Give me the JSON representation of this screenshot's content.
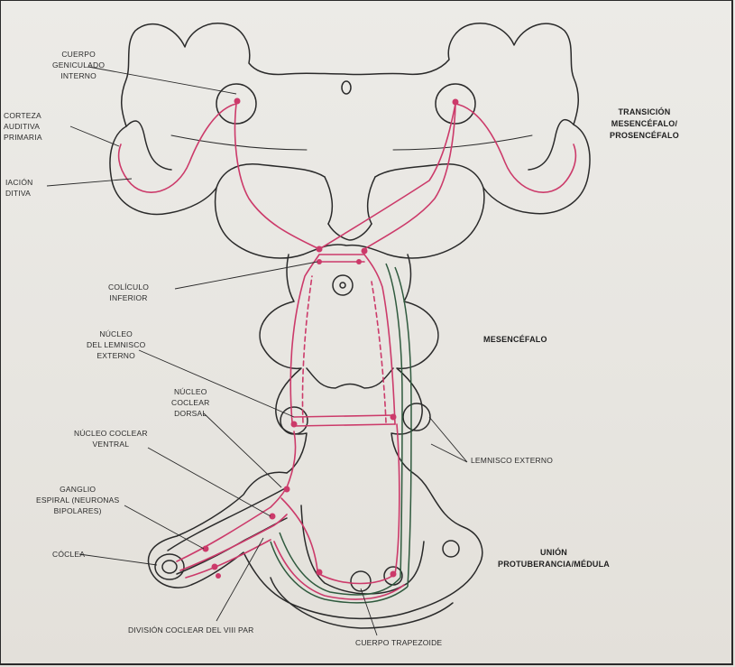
{
  "colors": {
    "outline": "#2a2a2a",
    "auditory_pathway": "#cc3a6a",
    "lemniscus_dark": "#2f5a3e",
    "background": "#e9e7e2"
  },
  "labels": {
    "cuerpo_geniculado": "CUERPO\nGENICULADO\nINTERNO",
    "corteza_auditiva": "CORTEZA\nAUDITIVA\nPRIMARIA",
    "radiacion_auditiva": "IACIÓN\nDITIVA",
    "coliculo_inferior": "COLÍCULO\nINFERIOR",
    "nucleo_lemnisco": "NÚCLEO\nDEL LEMNISCO\nEXTERNO",
    "nucleo_coclear_dorsal": "NÚCLEO\nCOCLEAR\nDORSAL",
    "nucleo_coclear_ventral": "NÚCLEO COCLEAR\nVENTRAL",
    "ganglio_espiral": "GANGLIO\nESPIRAL (NEURONAS\nBIPOLARES)",
    "coclea": "CÓCLEA",
    "division_coclear": "DIVISIÓN COCLEAR DEL VIII PAR",
    "cuerpo_trapezoide": "CUERPO TRAPEZOIDE",
    "lemnisco_externo": "LEMNISCO EXTERNO"
  },
  "regions": {
    "transicion": "TRANSICIÓN\nMESENCÉFALO/\nPROSENCÉFALO",
    "mesencefalo": "MESENCÉFALO",
    "union": "UNIÓN\nPROTUBERANCIA/MÉDULA"
  }
}
